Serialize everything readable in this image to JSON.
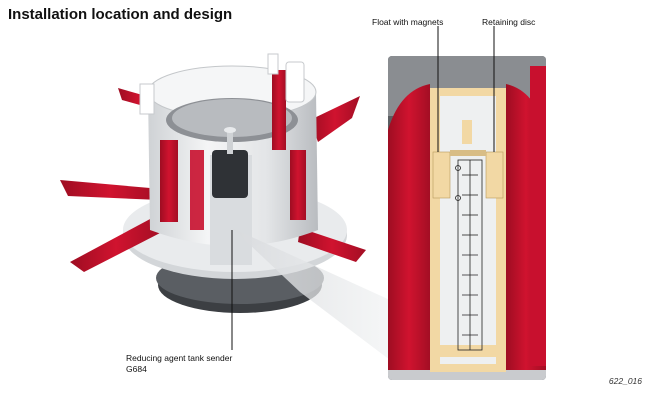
{
  "title": "Installation location and design",
  "labels": {
    "float": "Float with magnets",
    "disc": "Retaining disc",
    "sender_line1": "Reducing agent tank sender",
    "sender_line2": "G684"
  },
  "figure_code": "622_016",
  "colors": {
    "red": "#c8102e",
    "dark_red": "#8f0c1f",
    "grey_light": "#e9eaeb",
    "grey_mid": "#bfc2c5",
    "grey_dark": "#4a4d51",
    "cream": "#f2d8a4"
  }
}
